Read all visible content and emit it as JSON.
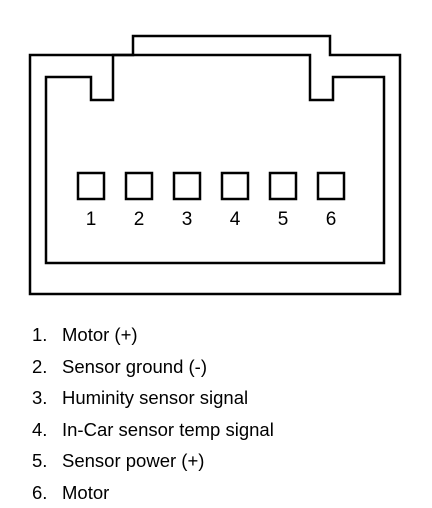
{
  "connector": {
    "pins": [
      {
        "number": "1",
        "function": "Motor (+)"
      },
      {
        "number": "2",
        "function": "Sensor ground (-)"
      },
      {
        "number": "3",
        "function": "Huminity sensor signal"
      },
      {
        "number": "4",
        "function": "In-Car sensor temp signal"
      },
      {
        "number": "5",
        "function": "Sensor power (+)"
      },
      {
        "number": "6",
        "function": "Motor"
      }
    ]
  },
  "colors": {
    "line": "#000000",
    "background": "#ffffff"
  }
}
